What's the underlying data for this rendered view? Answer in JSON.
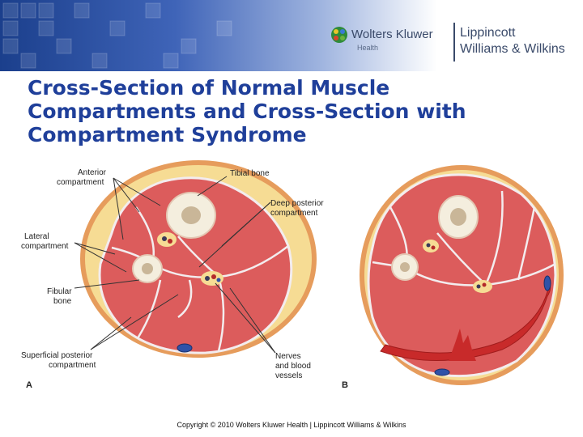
{
  "header": {
    "brand_name": "Wolters Kluwer",
    "brand_sub": "Health",
    "publisher_line1": "Lippincott",
    "publisher_line2": "Williams & Wilkins",
    "colors": {
      "banner_dark": "#1b3f8c",
      "banner_light": "#9fb4df",
      "title_blue": "#1f3f9a"
    }
  },
  "title": {
    "line1": "Cross-Section of Normal Muscle",
    "line2": "Compartments and Cross-Section with",
    "line3": "Compartment Syndrome"
  },
  "figure": {
    "labels": {
      "anterior_1": "Anterior",
      "anterior_2": "compartment",
      "lateral_1": "Lateral",
      "lateral_2": "compartment",
      "fibular_1": "Fibular",
      "fibular_2": "bone",
      "superficial_1": "Superficial posterior",
      "superficial_2": "compartment",
      "tibial": "Tibial bone",
      "deep_1": "Deep posterior",
      "deep_2": "compartment",
      "nerves_1": "Nerves",
      "nerves_2": "and blood",
      "nerves_3": "vessels",
      "panel_a": "A",
      "panel_b": "B"
    },
    "colors": {
      "fat": "#f6dc94",
      "muscle": "#dc5c5c",
      "skin": "#e69c5c",
      "bone": "#f4eede",
      "hemorrhage": "#c82a2a",
      "vessel": "#2f52a8"
    }
  },
  "footer": {
    "copyright": "Copyright © 2010 Wolters Kluwer Health | Lippincott Williams & Wilkins"
  }
}
